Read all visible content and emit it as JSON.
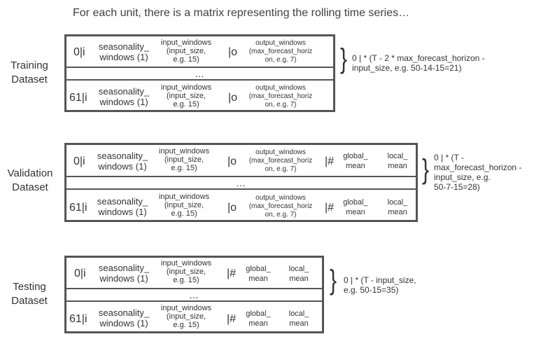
{
  "header": "For each unit, there is a matrix representing the rolling time series…",
  "common": {
    "seasonality": "seasonality_\nwindows (1)",
    "input": "input_windows\n(input_size,\ne.g. 15)",
    "output": "output_windows\n(max_forecast_horiz\non, e.g. 7)",
    "bar_o": "|o",
    "bar_hash": "|#",
    "global": "global_\nmean",
    "local": "local_\nmean",
    "dots": "…",
    "brace": "}",
    "row0": "0|i",
    "row61": "61|i"
  },
  "training": {
    "label": "Training\nDataset",
    "note": "0 | * (T - 2 * max_forecast_horizon -\ninput_size, e.g. 50-14-15=21)"
  },
  "validation": {
    "label": "Validation\nDataset",
    "note": "0 | * (T -\nmax_forecast_horizon -\ninput_size, e.g.\n50-7-15=28)"
  },
  "testing": {
    "label": "Testing\nDataset",
    "note": "0 | * (T - input_size,\ne.g. 50-15=35)"
  }
}
